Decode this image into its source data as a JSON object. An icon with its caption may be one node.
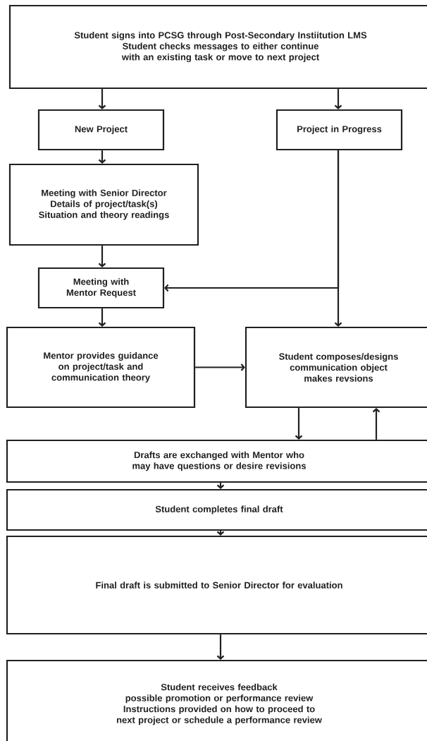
{
  "diagram": {
    "nodes": [
      {
        "text": [
          "Student signs into PCSG through Post-Secondary Instiitution LMS",
          "Student checks messages to either continue with an existing task or move to next project"
        ]
      },
      {
        "text": [
          "New Project"
        ]
      },
      {
        "text": [
          "Project in Progress"
        ]
      },
      {
        "text": [
          "Meeting with Senior Director",
          "Details of project/task(s)",
          "Situation and theory readings"
        ]
      },
      {
        "text": [
          "Meeting with Mentor Request"
        ]
      },
      {
        "text": [
          "Mentor provides guidance on project/task and communication theory"
        ]
      },
      {
        "text": [
          "Student composes/designs communication object makes revsions"
        ]
      },
      {
        "text": [
          "Drafts are exchanged with Mentor who may have questions or desire revisions"
        ]
      },
      {
        "text": [
          "Student completes final draft"
        ]
      },
      {
        "text": [
          "Final draft is submitted to Senior Director for evaluation"
        ]
      },
      {
        "text": [
          "Student receives feedback",
          "possible promotion or performance review",
          "Instructions provided on how to proceed to next project or schedule a performance review"
        ]
      }
    ],
    "edges": [
      {
        "from": 0,
        "to": 1,
        "arrow": "to"
      },
      {
        "from": 0,
        "to": 2,
        "arrow": "to"
      },
      {
        "from": 1,
        "to": 3,
        "arrow": "to"
      },
      {
        "from": 3,
        "to": 4,
        "arrow": "to"
      },
      {
        "from": 2,
        "to": 4,
        "arrow": "to"
      },
      {
        "from": 2,
        "to": 6,
        "arrow": "to"
      },
      {
        "from": 4,
        "to": 5,
        "arrow": "to"
      },
      {
        "from": 5,
        "to": 6,
        "arrow": "to"
      },
      {
        "from": 6,
        "to": 7,
        "arrow": "to"
      },
      {
        "from": 7,
        "to": 6,
        "arrow": "to"
      },
      {
        "from": 7,
        "to": 8,
        "arrow": "to"
      },
      {
        "from": 8,
        "to": 9,
        "arrow": "to"
      },
      {
        "from": 9,
        "to": 10,
        "arrow": "to"
      }
    ]
  }
}
